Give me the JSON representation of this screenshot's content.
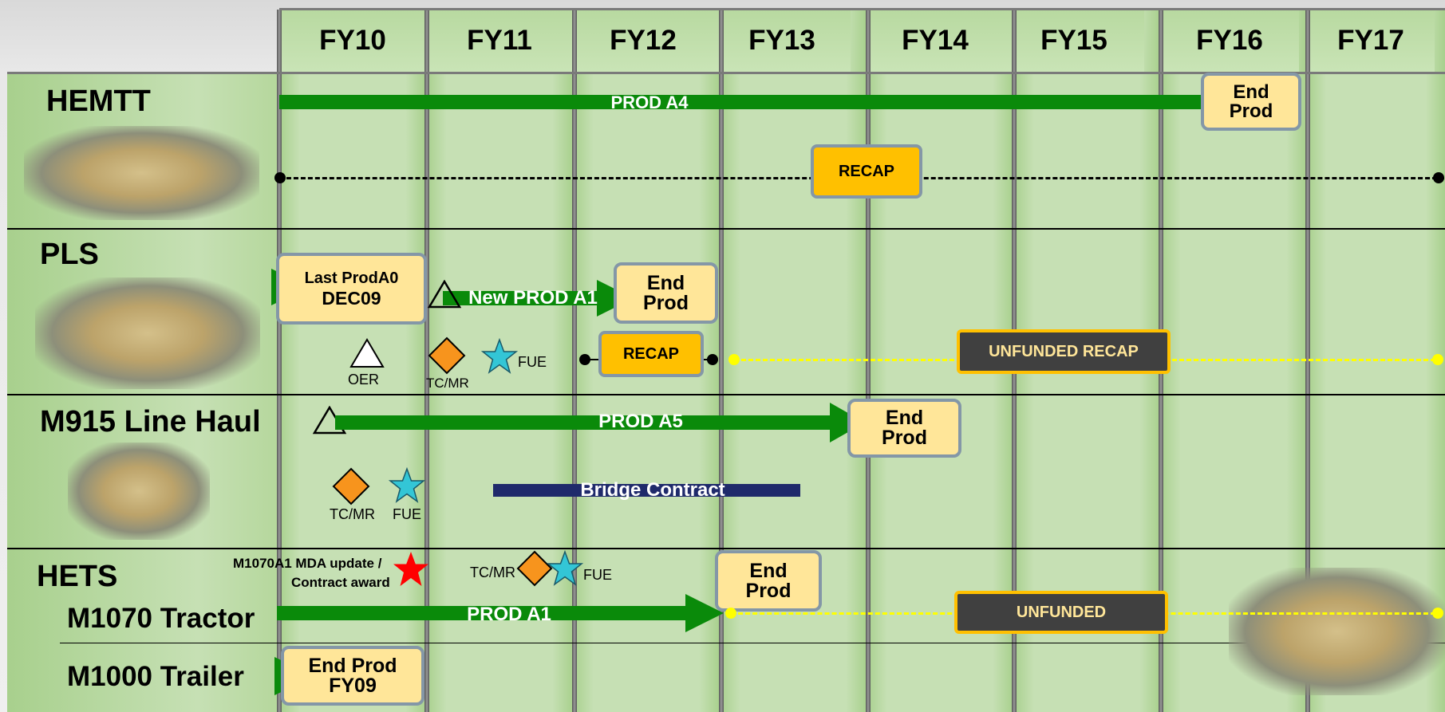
{
  "years": [
    "FY10",
    "FY11",
    "FY12",
    "FY13",
    "FY14",
    "FY15",
    "FY16",
    "FY17"
  ],
  "colors": {
    "production_arrow": "#0a8a0a",
    "end_box": "#ffe699",
    "recap": "#ffc000",
    "unfunded_bg": "#404040",
    "unfunded_border": "#ffc000",
    "unfunded_line": "#ffff00",
    "bridge": "#1f2a6b",
    "fue_star": "#33c6d6",
    "tcmr_diamond": "#f7941d",
    "mda_star": "#ff0000"
  },
  "systems": {
    "hemtt": {
      "name": "HEMTT",
      "prod_label": "PROD A4",
      "end_box": [
        "End",
        "Prod"
      ],
      "recap_label": "RECAP"
    },
    "pls": {
      "name": "PLS",
      "last_box": [
        "Last  ProdA0",
        "DEC09"
      ],
      "new_prod_label": "New PROD A1",
      "end_box": [
        "End",
        "Prod"
      ],
      "oer_label": "OER",
      "tcmr_label": "TC/MR",
      "fue_label": "FUE",
      "recap_label": "RECAP",
      "unfunded_recap_label": "UNFUNDED RECAP"
    },
    "m915": {
      "name": "M915 Line Haul",
      "prod_label": "PROD A5",
      "end_box": [
        "End",
        "Prod"
      ],
      "tcmr_label": "TC/MR",
      "fue_label": "FUE",
      "bridge_label": "Bridge Contract"
    },
    "hets": {
      "name": "HETS",
      "tractor_name": "M1070 Tractor",
      "trailer_name": "M1000 Trailer",
      "mda_label": [
        "M1070A1  MDA update /",
        "Contract award"
      ],
      "tcmr_label": "TC/MR",
      "fue_label": "FUE",
      "end_box": [
        "End",
        "Prod"
      ],
      "prod_label": "PROD A1",
      "unfunded_label": "UNFUNDED",
      "trailer_end_box": [
        "End Prod",
        "FY09"
      ]
    }
  }
}
